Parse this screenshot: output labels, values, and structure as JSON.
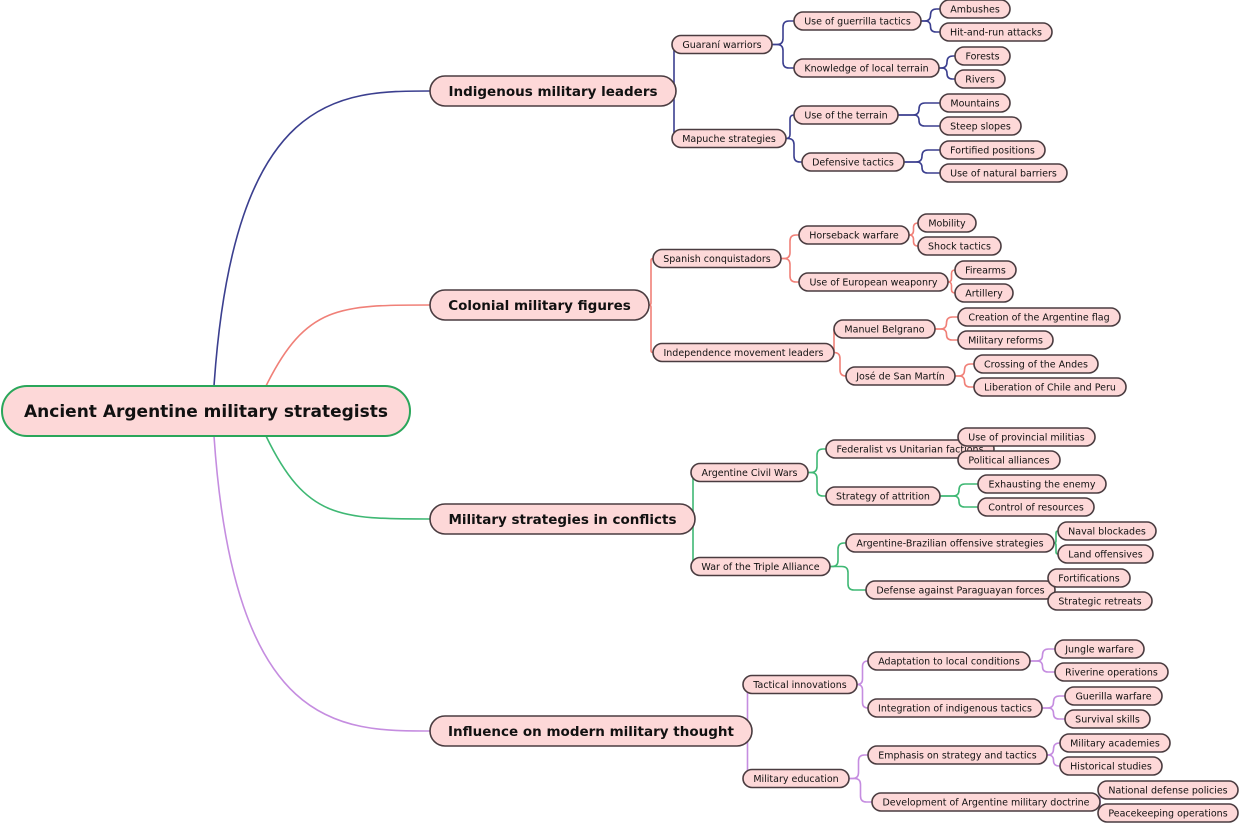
{
  "root": "Ancient Argentine military strategists",
  "colors": {
    "branch_1": "#3b3f8f",
    "branch_2": "#f08078",
    "branch_3": "#3fb874",
    "branch_4": "#c58de0",
    "node_fill": "#fdd8d8",
    "node_border": "#4a3c40",
    "root_border": "#2aa65a"
  },
  "branches": [
    {
      "label": "Indigenous military leaders",
      "color": "#3b3f8f",
      "children": [
        {
          "label": "Guaraní warriors",
          "children": [
            {
              "label": "Use of guerrilla tactics",
              "children": [
                "Ambushes",
                "Hit-and-run attacks"
              ]
            },
            {
              "label": "Knowledge of local terrain",
              "children": [
                "Forests",
                "Rivers"
              ]
            }
          ]
        },
        {
          "label": "Mapuche strategies",
          "children": [
            {
              "label": "Use of the terrain",
              "children": [
                "Mountains",
                "Steep slopes"
              ]
            },
            {
              "label": "Defensive tactics",
              "children": [
                "Fortified positions",
                "Use of natural barriers"
              ]
            }
          ]
        }
      ]
    },
    {
      "label": "Colonial military figures",
      "color": "#f08078",
      "children": [
        {
          "label": "Spanish conquistadors",
          "children": [
            {
              "label": "Horseback warfare",
              "children": [
                "Mobility",
                "Shock tactics"
              ]
            },
            {
              "label": "Use of European weaponry",
              "children": [
                "Firearms",
                "Artillery"
              ]
            }
          ]
        },
        {
          "label": "Independence movement leaders",
          "children": [
            {
              "label": "Manuel Belgrano",
              "children": [
                "Creation of the Argentine flag",
                "Military reforms"
              ]
            },
            {
              "label": "José de San Martín",
              "children": [
                "Crossing of the Andes",
                "Liberation of Chile and Peru"
              ]
            }
          ]
        }
      ]
    },
    {
      "label": "Military strategies in conflicts",
      "color": "#3fb874",
      "children": [
        {
          "label": "Argentine Civil Wars",
          "children": [
            {
              "label": "Federalist vs Unitarian factions",
              "children": [
                "Use of provincial militias",
                "Political alliances"
              ]
            },
            {
              "label": "Strategy of attrition",
              "children": [
                "Exhausting the enemy",
                "Control of resources"
              ]
            }
          ]
        },
        {
          "label": "War of the Triple Alliance",
          "children": [
            {
              "label": "Argentine-Brazilian offensive strategies",
              "children": [
                "Naval blockades",
                "Land offensives"
              ]
            },
            {
              "label": "Defense against Paraguayan forces",
              "children": [
                "Fortifications",
                "Strategic retreats"
              ]
            }
          ]
        }
      ]
    },
    {
      "label": "Influence on modern military thought",
      "color": "#c58de0",
      "children": [
        {
          "label": "Tactical innovations",
          "children": [
            {
              "label": "Adaptation to local conditions",
              "children": [
                "Jungle warfare",
                "Riverine operations"
              ]
            },
            {
              "label": "Integration of indigenous tactics",
              "children": [
                "Guerilla warfare",
                "Survival skills"
              ]
            }
          ]
        },
        {
          "label": "Military education",
          "children": [
            {
              "label": "Emphasis on strategy and tactics",
              "children": [
                "Military academies",
                "Historical studies"
              ]
            },
            {
              "label": "Development of Argentine military doctrine",
              "children": [
                "National defense policies",
                "Peacekeeping operations"
              ]
            }
          ]
        }
      ]
    }
  ]
}
